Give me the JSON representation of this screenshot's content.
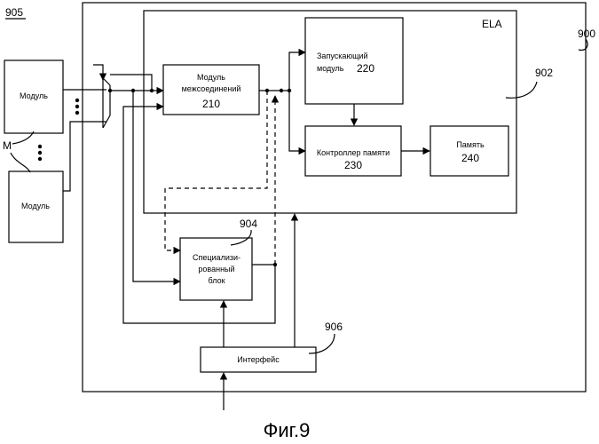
{
  "figure_caption": "Фиг.9",
  "refs": {
    "r905": "905",
    "r900": "900",
    "r902": "902",
    "r904": "904",
    "r906": "906",
    "m": "M"
  },
  "ela_label": "ELA",
  "blocks": {
    "module_top": "Модуль",
    "module_bottom": "Модуль",
    "interconnect_line1": "Модуль",
    "interconnect_line2": "межсоединений",
    "interconnect_num": "210",
    "trigger_line1": "Запускающий",
    "trigger_line2": "модуль",
    "trigger_num": "220",
    "memctrl_label": "Контроллер памяти",
    "memctrl_num": "230",
    "memory_label": "Память",
    "memory_num": "240",
    "special_line1": "Специализи-",
    "special_line2": "рованный",
    "special_line3": "блок",
    "interface_label": "Интерфейс"
  }
}
